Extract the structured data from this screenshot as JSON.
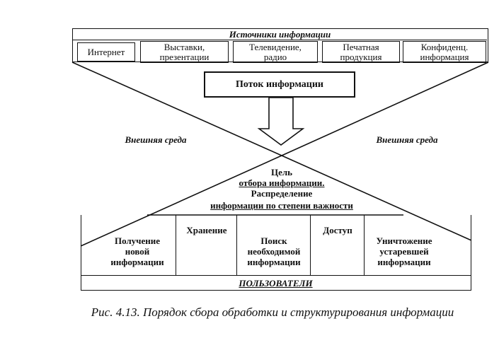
{
  "sources": {
    "title": "Источники информации",
    "items": [
      {
        "line1": "Интернет",
        "line2": ""
      },
      {
        "line1": "Выставки,",
        "line2": "презентации"
      },
      {
        "line1": "Телевидение,",
        "line2": "радио"
      },
      {
        "line1": "Печатная",
        "line2": "продукция"
      },
      {
        "line1": "Конфиденц.",
        "line2": "информация"
      }
    ]
  },
  "flow": {
    "label": "Поток информации"
  },
  "env": {
    "left": "Внешняя среда",
    "right": "Внешняя среда"
  },
  "goal": {
    "line1": "Цель",
    "line2": "отбора информации.",
    "line3": "Распределение",
    "line4": "информации по степени важности"
  },
  "stages": [
    {
      "lines": [
        "Получение",
        "новой",
        "информации"
      ]
    },
    {
      "lines": [
        "Хранение"
      ]
    },
    {
      "lines": [
        "Поиск",
        "необходимой",
        "информации"
      ]
    },
    {
      "lines": [
        "Доступ"
      ]
    },
    {
      "lines": [
        "Уничтожение",
        "устаревшей",
        "информации"
      ]
    }
  ],
  "users": {
    "label": "ПОЛЬЗОВАТЕЛИ"
  },
  "caption": "Рис. 4.13. Порядок сбора обработки и структурирования информации"
}
